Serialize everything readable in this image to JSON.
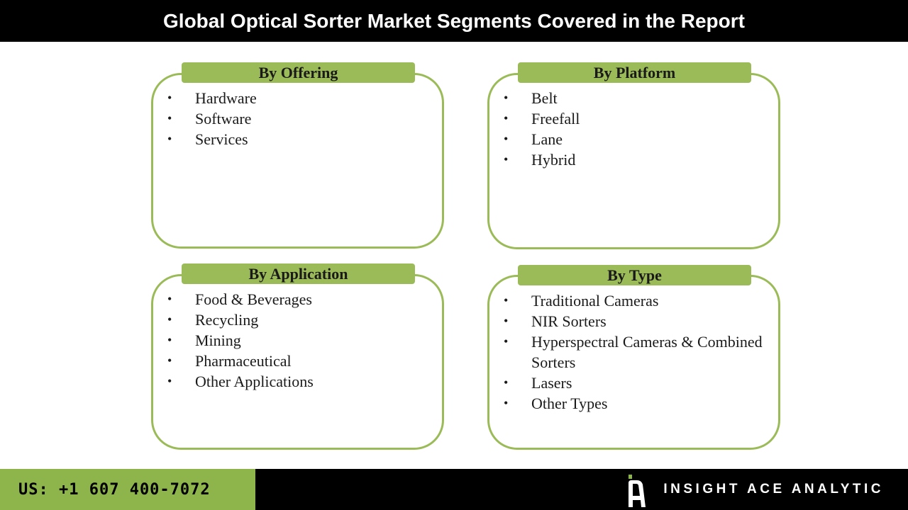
{
  "header": {
    "title": "Global Optical Sorter Market Segments Covered in the Report"
  },
  "segments": {
    "offering": {
      "label": "By Offering",
      "items": [
        "Hardware",
        "Software",
        "Services"
      ]
    },
    "platform": {
      "label": "By Platform",
      "items": [
        "Belt",
        "Freefall",
        "Lane",
        "Hybrid"
      ]
    },
    "application": {
      "label": "By Application",
      "items": [
        "Food & Beverages",
        "Recycling",
        "Mining",
        "Pharmaceutical",
        "Other Applications"
      ]
    },
    "type": {
      "label": "By Type",
      "items": [
        "Traditional Cameras",
        "NIR Sorters",
        "Hyperspectral Cameras & Combined Sorters",
        "Lasers",
        "Other Types"
      ]
    }
  },
  "footer": {
    "phone": "US: +1 607 400-7072",
    "brand": "INSIGHT ACE ANALYTIC",
    "logo_icon": "insightace-logo-icon"
  },
  "colors": {
    "accent_green": "#9bbb59",
    "footer_green": "#8db54b",
    "header_bg": "#000000"
  }
}
